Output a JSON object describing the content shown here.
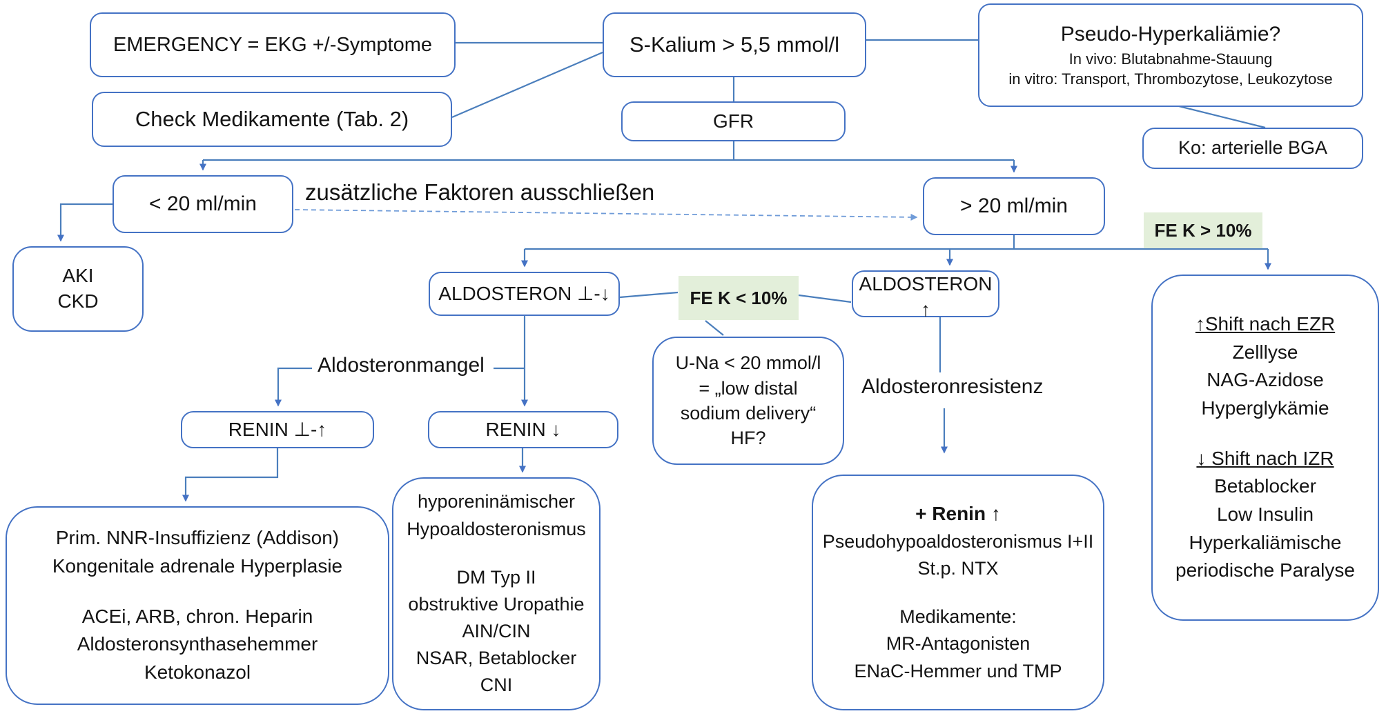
{
  "colors": {
    "box_border": "#4472C4",
    "connector": "#4A7EBC",
    "dashed_connector": "#6F9BD8",
    "highlight_green": "#E3EFDA",
    "text": "#141414"
  },
  "boxes": {
    "emergency": {
      "text": "EMERGENCY =  EKG +/-Symptome"
    },
    "check_medikamente": {
      "text": "Check Medikamente (Tab. 2)"
    },
    "s_kalium": {
      "text": "S-Kalium > 5,5 mmol/l"
    },
    "gfr": {
      "text": "GFR"
    },
    "pseudo_hyperkaliaemie": {
      "title": "Pseudo-Hyperkaliämie?",
      "line1": "In vivo: Blutabnahme-Stauung",
      "line2": "in vitro: Transport, Thrombozytose, Leukozytose"
    },
    "ko_bga": {
      "text": "Ko: arterielle BGA"
    },
    "gfr_lt20": {
      "text": "< 20 ml/min"
    },
    "gfr_gt20": {
      "text": "> 20 ml/min"
    },
    "aki_ckd": {
      "lines": [
        "AKI",
        "CKD"
      ]
    },
    "aldosteron_low": {
      "text": "ALDOSTERON ⊥-↓"
    },
    "aldosteron_high": {
      "text": "ALDOSTERON ↑"
    },
    "u_na": {
      "lines": [
        "U-Na < 20 mmol/l",
        "= „low distal",
        "sodium delivery“",
        "HF?"
      ]
    },
    "renin_low_high": {
      "text": "RENIN ⊥-↑"
    },
    "renin_down": {
      "text": "RENIN ↓"
    },
    "addison": {
      "lines": [
        "Prim.  NNR-Insuffizienz (Addison)",
        "Kongenitale adrenale Hyperplasie",
        "ACEi, ARB, chron. Heparin",
        "Aldosteronsynthasehemmer",
        "Ketokonazol"
      ]
    },
    "hyporeninaemisch": {
      "lines": [
        "hyporeninämischer",
        "Hypoaldosteronismus",
        "DM Typ II",
        "obstruktive Uropathie",
        "AIN/CIN",
        "NSAR, Betablocker",
        "CNI"
      ]
    },
    "pseudohypoaldosteronismus": {
      "renin_line": "+ Renin ↑",
      "lines": [
        "Pseudohypoaldosteronismus I+II",
        "St.p. NTX",
        "Medikamente:",
        "MR-Antagonisten",
        "ENaC-Hemmer und TMP"
      ]
    },
    "shift": {
      "header_ezr": "↑Shift nach EZR",
      "ezr_lines": [
        "Zelllyse",
        "NAG-Azidose",
        "Hyperglykämie"
      ],
      "header_izr": "↓ Shift nach IZR",
      "izr_lines": [
        "Betablocker",
        "Low Insulin",
        "Hyperkaliämische",
        "periodische Paralyse"
      ]
    }
  },
  "labels": {
    "fek_gt10": "FE K > 10%",
    "fek_lt10": "FE K < 10%",
    "zusaetzliche_faktoren": "zusätzliche Faktoren ausschließen",
    "aldosteronmangel": "Aldosteronmangel",
    "aldosteronresistenz": "Aldosteronresistenz"
  }
}
